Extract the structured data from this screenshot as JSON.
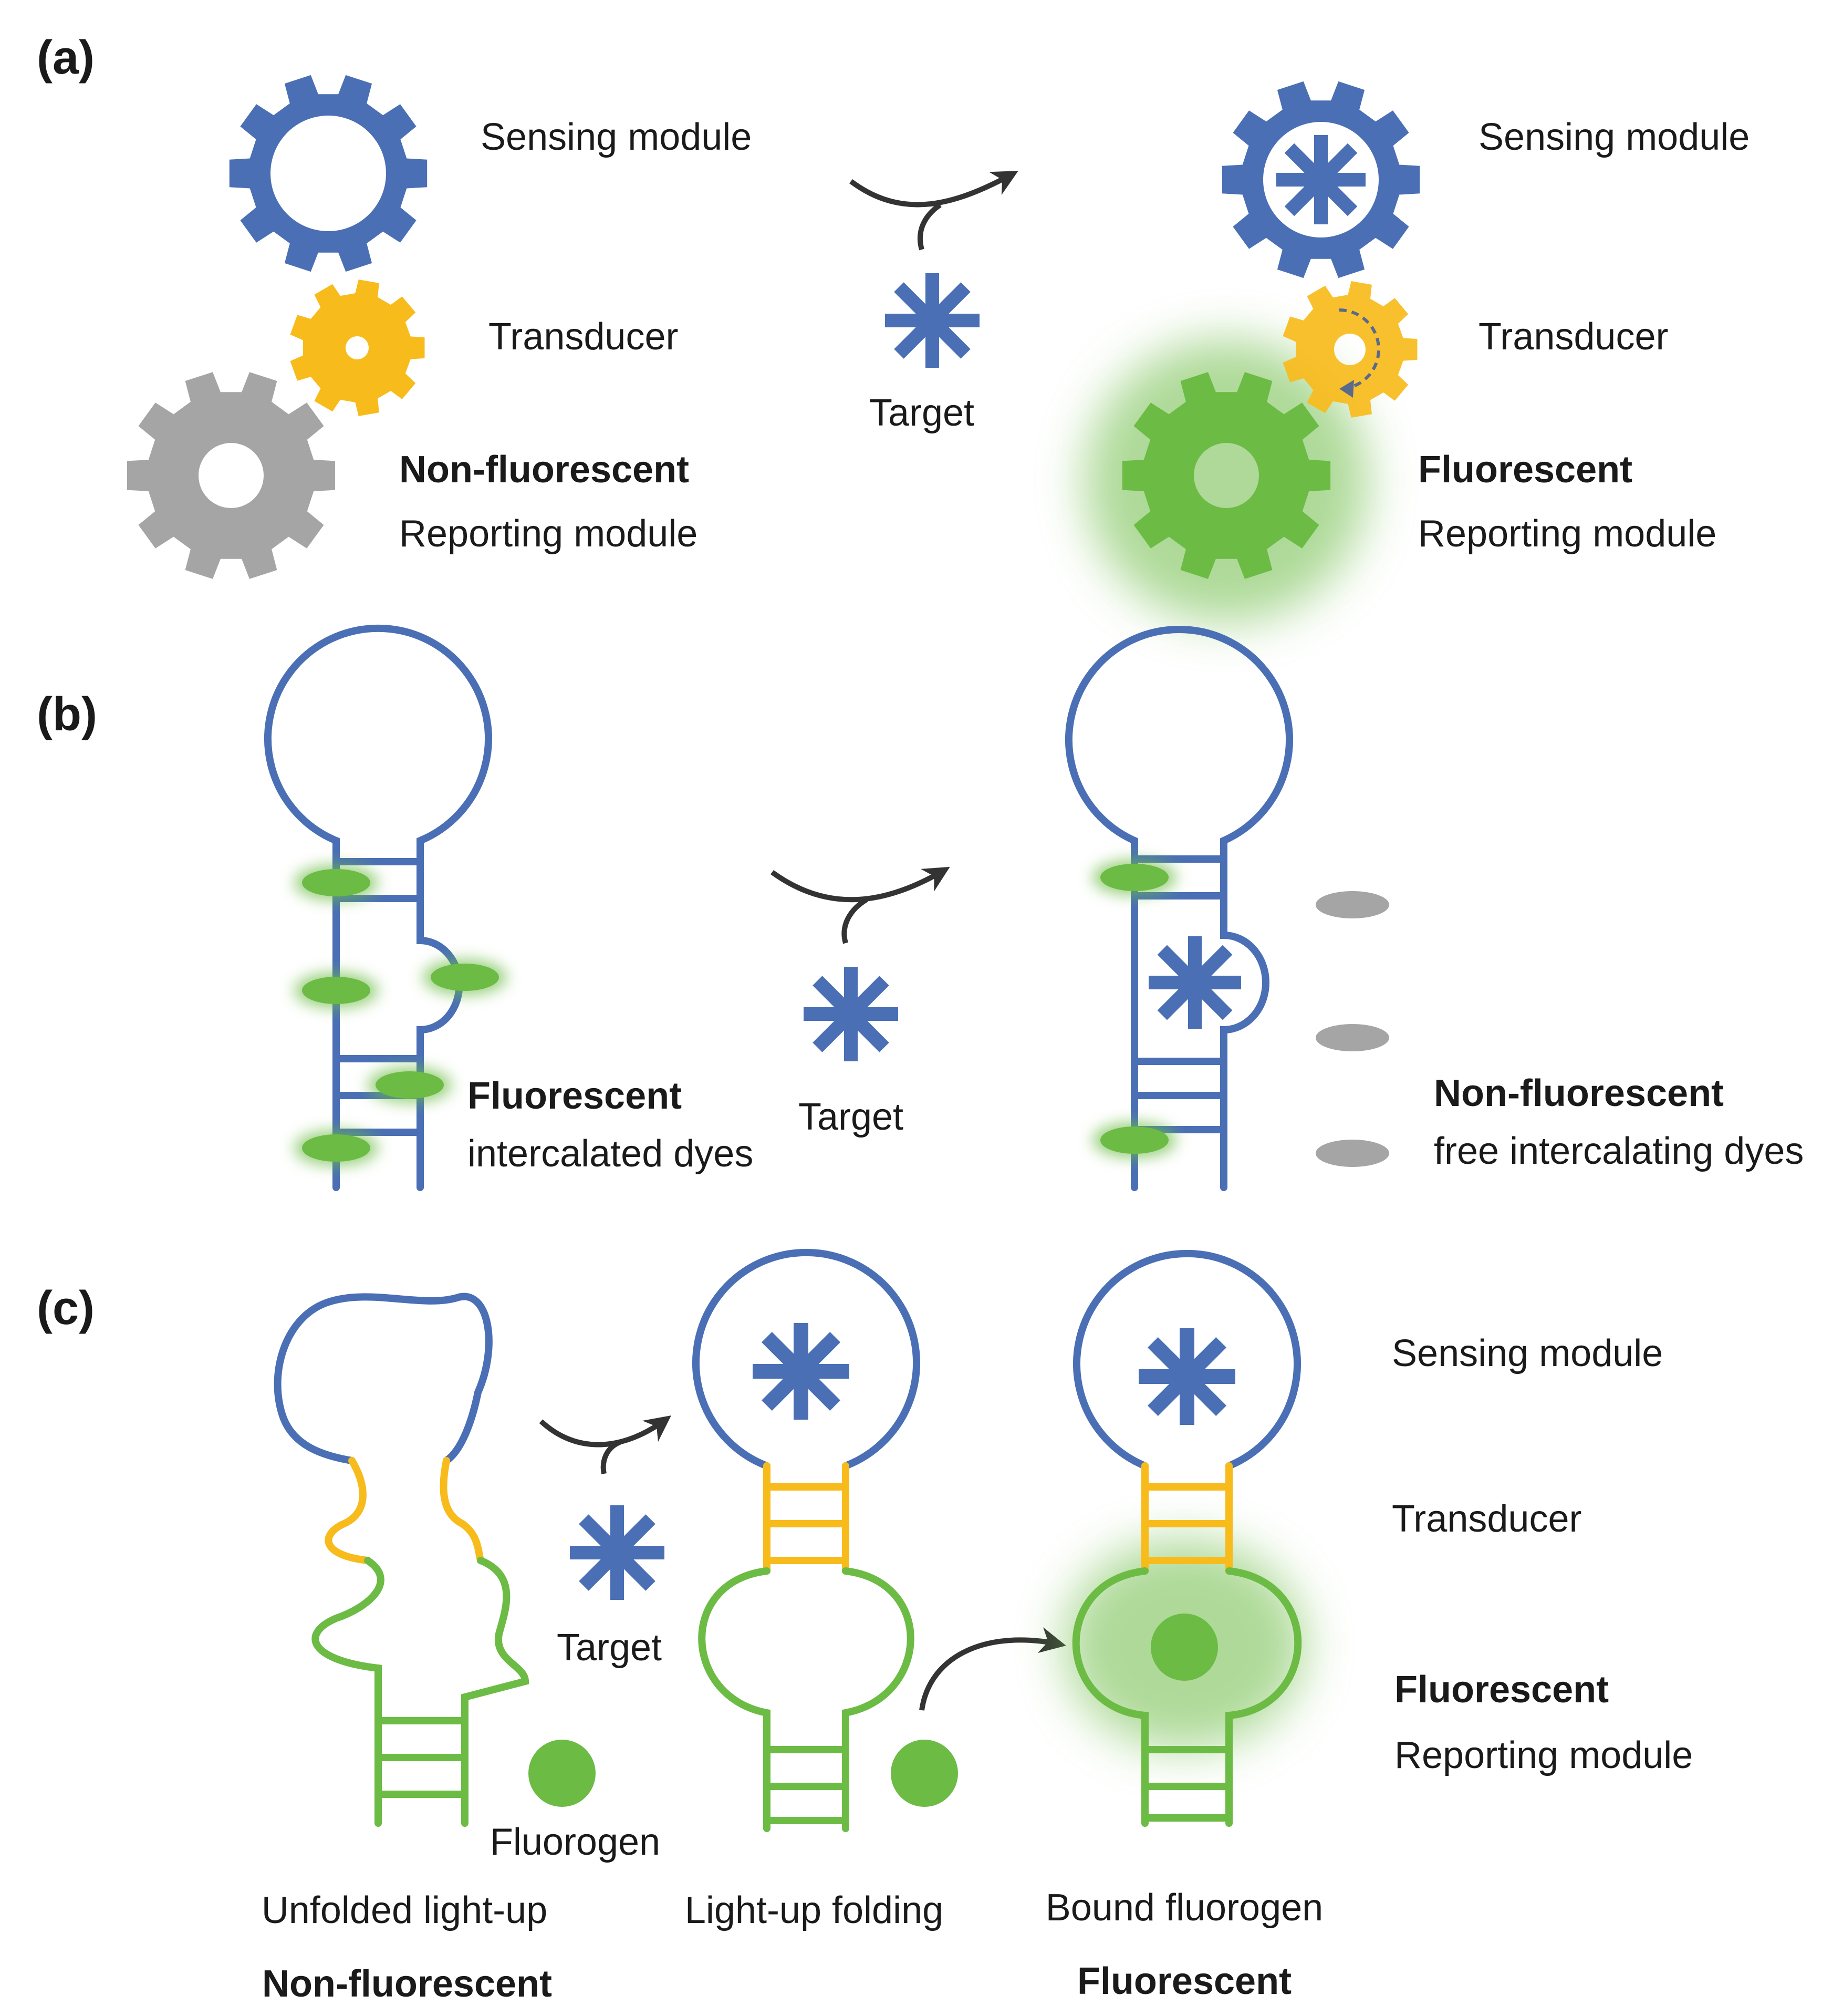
{
  "colors": {
    "blue": "#4a6fb5",
    "yellow": "#f8bb1c",
    "green": "#6cbb45",
    "gray": "#a5a5a5",
    "arrow": "#333333",
    "text": "#1a1a1a"
  },
  "panel_a": {
    "tag": "(a)",
    "left": {
      "sensing": "Sensing module",
      "transducer": "Transducer",
      "state": "Non-fluorescent",
      "reporting": "Reporting module"
    },
    "target": "Target",
    "right": {
      "sensing": "Sensing module",
      "transducer": "Transducer",
      "state": "Fluorescent",
      "reporting": "Reporting module"
    }
  },
  "panel_b": {
    "tag": "(b)",
    "left_state": "Fluorescent",
    "left_desc": "intercalated dyes",
    "target": "Target",
    "right_state": "Non-fluorescent",
    "right_desc": "free intercalating dyes"
  },
  "panel_c": {
    "tag": "(c)",
    "target": "Target",
    "fluorogen": "Fluorogen",
    "caption_1": "Unfolded light-up",
    "state_1": "Non-fluorescent",
    "caption_2": "Light-up folding",
    "caption_3": "Bound fluorogen",
    "state_3": "Fluorescent",
    "sensing": "Sensing module",
    "transducer": "Transducer",
    "state": "Fluorescent",
    "reporting": "Reporting module"
  }
}
